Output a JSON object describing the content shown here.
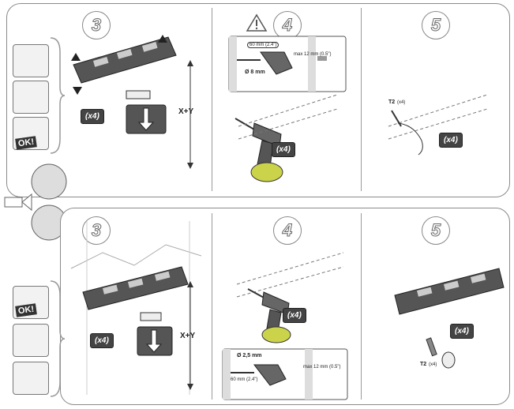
{
  "top": {
    "steps": [
      "3",
      "4",
      "5"
    ],
    "step3": {
      "badge": "(x4)",
      "dimension": "X+Y"
    },
    "step4": {
      "depth": "60 mm (2.4\")",
      "diameter": "Ø 8 mm",
      "max": "max 12 mm (0.5\")",
      "badge": "(x4)"
    },
    "step5": {
      "screw": "T2",
      "screw_count": "(x4)",
      "badge": "(x4)"
    }
  },
  "bottom": {
    "steps": [
      "3",
      "4",
      "5"
    ],
    "step3": {
      "badge": "(x4)",
      "dimension": "X+Y"
    },
    "step4": {
      "diameter": "Ø 2,5 mm",
      "depth": "60 mm (2.4\")",
      "max": "max 12 mm (0.5\")",
      "badge": "(x4)"
    },
    "step5": {
      "screw": "T2",
      "screw_count": "(x4)",
      "badge": "(x4)"
    }
  },
  "ok_label": "OK!",
  "icons": [
    "warning-icon",
    "drill-icon",
    "bracket-icon",
    "level-icon",
    "hand-icon"
  ]
}
